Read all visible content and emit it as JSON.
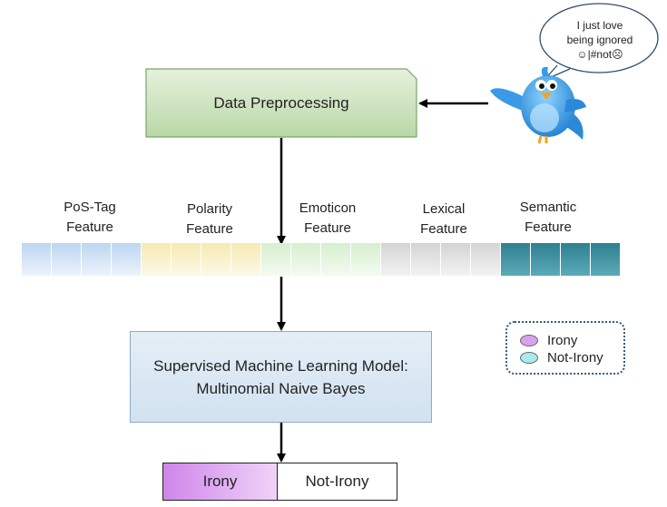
{
  "diagram": {
    "preprocessing_label": "Data Preprocessing",
    "speech_bubble": {
      "line1": "I just love",
      "line2": "being ignored",
      "line3": "☺|#not☹"
    },
    "features": [
      {
        "line1": "PoS-Tag",
        "line2": "Feature",
        "color": "#bcd6f2",
        "cells": 4
      },
      {
        "line1": "Polarity",
        "line2": "Feature",
        "color": "#f6eab0",
        "cells": 4
      },
      {
        "line1": "Emoticon",
        "line2": "Feature",
        "color": "#d7efcf",
        "cells": 4
      },
      {
        "line1": "Lexical",
        "line2": "Feature",
        "color": "#d4d4d4",
        "cells": 4
      },
      {
        "line1": "Semantic",
        "line2": "Feature",
        "color": "#2f8090",
        "cells": 4
      }
    ],
    "model": {
      "line1": "Supervised Machine Learning Model:",
      "line2": "Multinomial Naive Bayes"
    },
    "legend": [
      {
        "label": "Irony",
        "color": "#d9a2ee"
      },
      {
        "label": "Not-Irony",
        "color": "#a6ecec"
      }
    ],
    "output": [
      {
        "label": "Irony",
        "color": "#d9a2ee"
      },
      {
        "label": "Not-Irony",
        "color": "#ffffff"
      }
    ]
  }
}
